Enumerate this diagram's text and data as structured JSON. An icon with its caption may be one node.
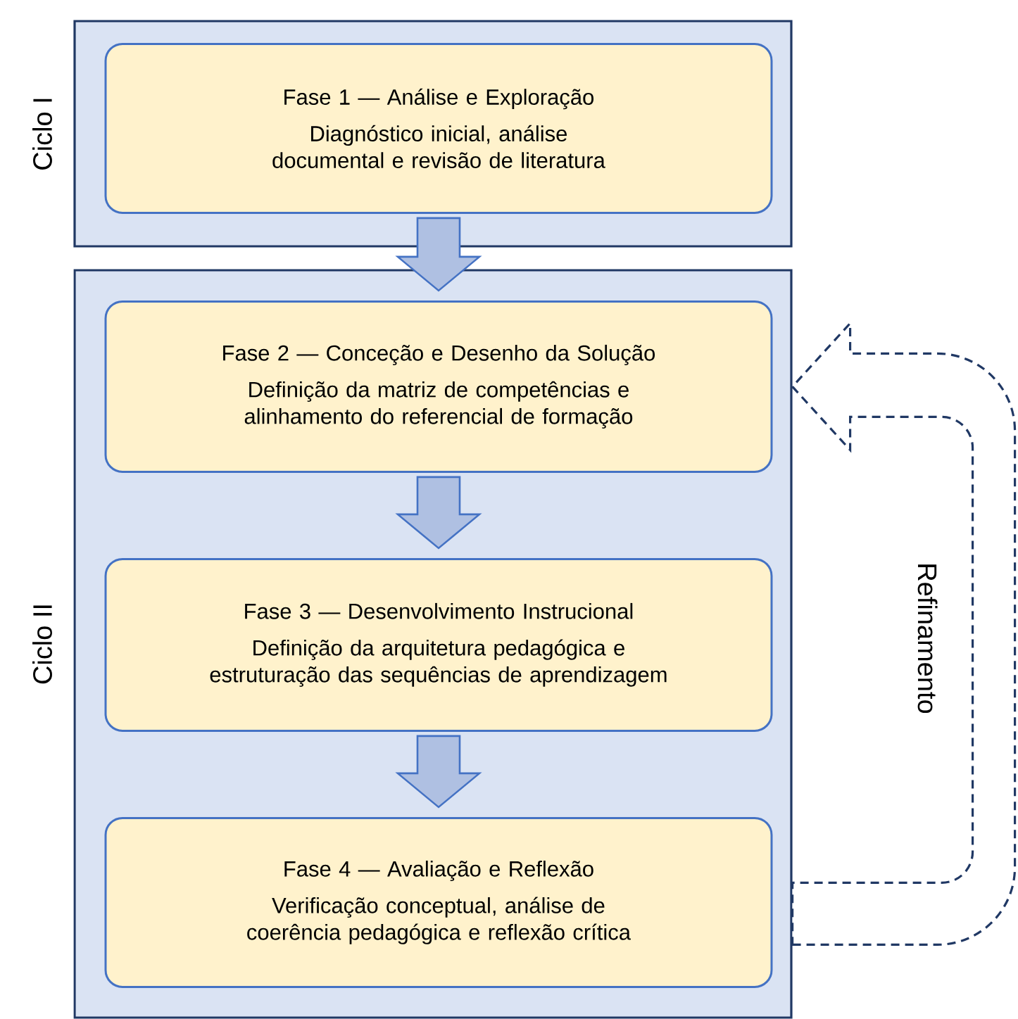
{
  "diagram": {
    "nodes": [
      {
        "text": [
          "Ciclo I"
        ]
      },
      {
        "text": [
          "Fase 1 — Análise e Exploração",
          "Diagnóstico inicial, análise documental e revisão de literatura"
        ],
        "in": 0
      },
      {
        "text": [
          "Ciclo II"
        ]
      },
      {
        "text": [
          "Fase 2 — Conceção e Desenho da Solução",
          "Definição da matriz de competências e alinhamento do referencial de formação"
        ],
        "in": 2
      },
      {
        "text": [
          "Fase 3 — Desenvolvimento Instrucional",
          "Definição da arquitetura pedagógica e estruturação das sequências de aprendizagem"
        ],
        "in": 2
      },
      {
        "text": [
          "Fase 4 — Avaliação e Reflexão",
          "Verificação conceptual, análise de coerência pedagógica e reflexão crítica"
        ],
        "in": 2
      }
    ],
    "edges": [
      {
        "from": 1,
        "to": 3,
        "arrow": "to"
      },
      {
        "from": 3,
        "to": 4,
        "arrow": "to"
      },
      {
        "from": 4,
        "to": 5,
        "arrow": "to"
      },
      {
        "from": 5,
        "to": 3,
        "arrow": "to",
        "label": "Refinamento",
        "style": "dashed",
        "color": "#203864"
      }
    ]
  }
}
